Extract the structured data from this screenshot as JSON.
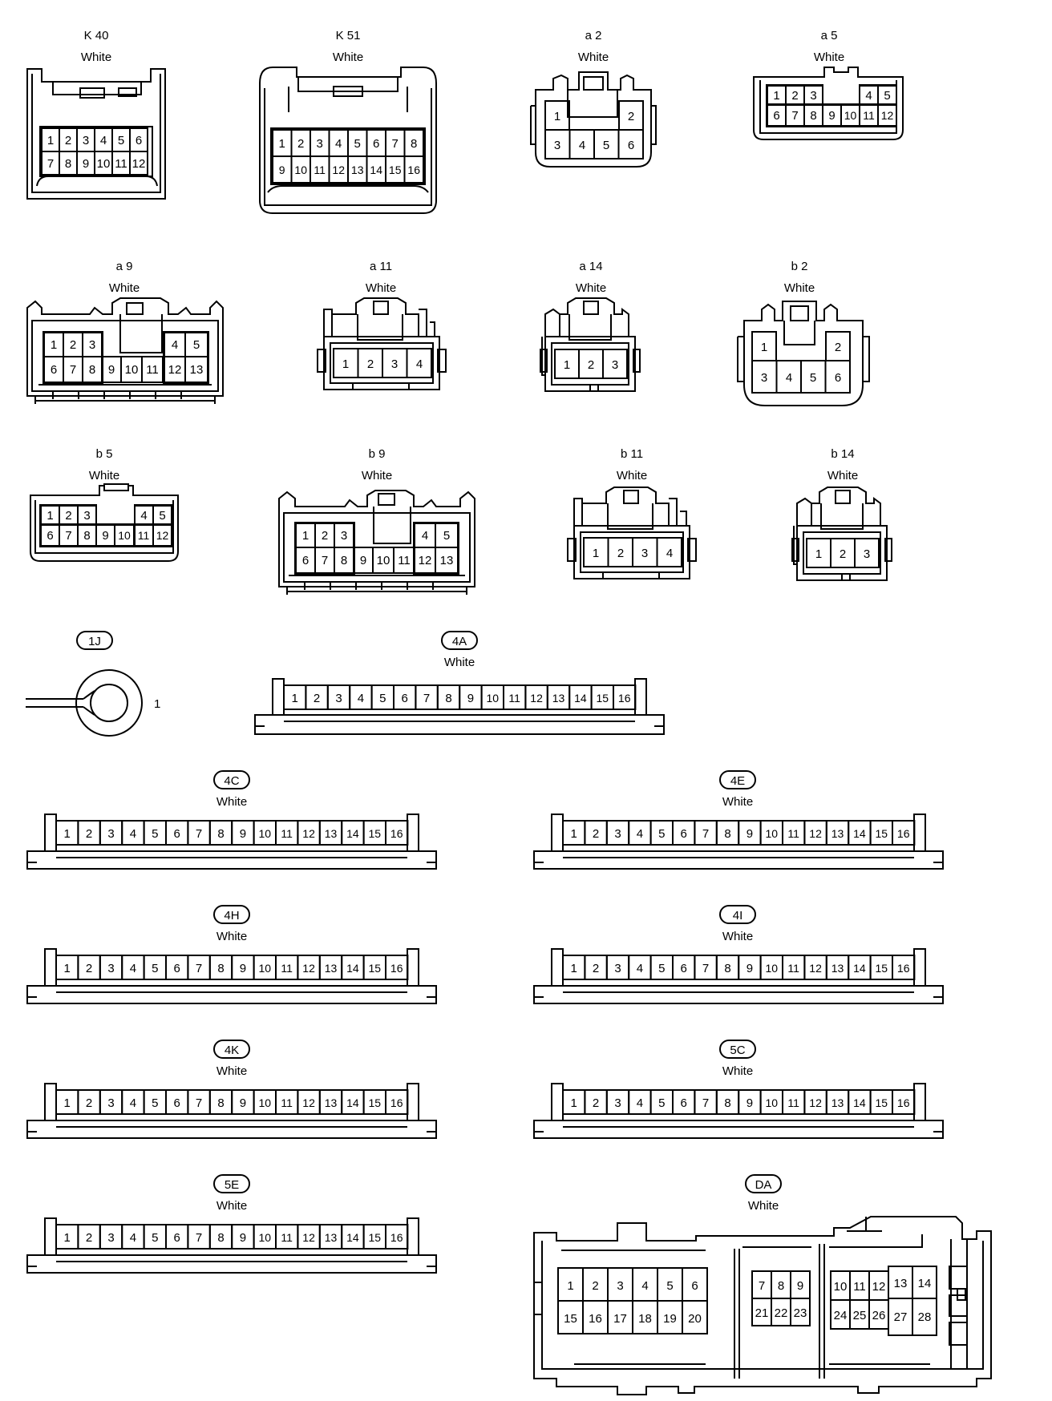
{
  "connectors": [
    {
      "id": "K40",
      "code": "K 40",
      "color": "White",
      "pins": [
        "1",
        "2",
        "3",
        "4",
        "5",
        "6",
        "7",
        "8",
        "9",
        "10",
        "11",
        "12"
      ]
    },
    {
      "id": "K51",
      "code": "K 51",
      "color": "White",
      "pins": [
        "1",
        "2",
        "3",
        "4",
        "5",
        "6",
        "7",
        "8",
        "9",
        "10",
        "11",
        "12",
        "13",
        "14",
        "15",
        "16"
      ]
    },
    {
      "id": "a2",
      "code": "a 2",
      "color": "White",
      "pins": [
        "1",
        "2",
        "3",
        "4",
        "5",
        "6"
      ]
    },
    {
      "id": "a5",
      "code": "a 5",
      "color": "White",
      "pins": [
        "1",
        "2",
        "3",
        "4",
        "5",
        "6",
        "7",
        "8",
        "9",
        "10",
        "11",
        "12"
      ]
    },
    {
      "id": "a9",
      "code": "a 9",
      "color": "White",
      "pins": [
        "1",
        "2",
        "3",
        "4",
        "5",
        "6",
        "7",
        "8",
        "9",
        "10",
        "11",
        "12",
        "13"
      ]
    },
    {
      "id": "a11",
      "code": "a 11",
      "color": "White",
      "pins": [
        "1",
        "2",
        "3",
        "4"
      ]
    },
    {
      "id": "a14",
      "code": "a 14",
      "color": "White",
      "pins": [
        "1",
        "2",
        "3"
      ]
    },
    {
      "id": "b2",
      "code": "b 2",
      "color": "White",
      "pins": [
        "1",
        "2",
        "3",
        "4",
        "5",
        "6"
      ]
    },
    {
      "id": "b5",
      "code": "b 5",
      "color": "White",
      "pins": [
        "1",
        "2",
        "3",
        "4",
        "5",
        "6",
        "7",
        "8",
        "9",
        "10",
        "11",
        "12"
      ]
    },
    {
      "id": "b9",
      "code": "b 9",
      "color": "White",
      "pins": [
        "1",
        "2",
        "3",
        "4",
        "5",
        "6",
        "7",
        "8",
        "9",
        "10",
        "11",
        "12",
        "13"
      ]
    },
    {
      "id": "b11",
      "code": "b 11",
      "color": "White",
      "pins": [
        "1",
        "2",
        "3",
        "4"
      ]
    },
    {
      "id": "b14",
      "code": "b 14",
      "color": "White",
      "pins": [
        "1",
        "2",
        "3"
      ]
    },
    {
      "id": "1J",
      "code": "1J",
      "pins": [
        "1"
      ]
    },
    {
      "id": "4A",
      "code": "4A",
      "color": "White",
      "pins": [
        "1",
        "2",
        "3",
        "4",
        "5",
        "6",
        "7",
        "8",
        "9",
        "10",
        "11",
        "12",
        "13",
        "14",
        "15",
        "16"
      ]
    },
    {
      "id": "4C",
      "code": "4C",
      "color": "White",
      "pins": [
        "1",
        "2",
        "3",
        "4",
        "5",
        "6",
        "7",
        "8",
        "9",
        "10",
        "11",
        "12",
        "13",
        "14",
        "15",
        "16"
      ]
    },
    {
      "id": "4E",
      "code": "4E",
      "color": "White",
      "pins": [
        "1",
        "2",
        "3",
        "4",
        "5",
        "6",
        "7",
        "8",
        "9",
        "10",
        "11",
        "12",
        "13",
        "14",
        "15",
        "16"
      ]
    },
    {
      "id": "4H",
      "code": "4H",
      "color": "White",
      "pins": [
        "1",
        "2",
        "3",
        "4",
        "5",
        "6",
        "7",
        "8",
        "9",
        "10",
        "11",
        "12",
        "13",
        "14",
        "15",
        "16"
      ]
    },
    {
      "id": "4I",
      "code": "4I",
      "color": "White",
      "pins": [
        "1",
        "2",
        "3",
        "4",
        "5",
        "6",
        "7",
        "8",
        "9",
        "10",
        "11",
        "12",
        "13",
        "14",
        "15",
        "16"
      ]
    },
    {
      "id": "4K",
      "code": "4K",
      "color": "White",
      "pins": [
        "1",
        "2",
        "3",
        "4",
        "5",
        "6",
        "7",
        "8",
        "9",
        "10",
        "11",
        "12",
        "13",
        "14",
        "15",
        "16"
      ]
    },
    {
      "id": "5C",
      "code": "5C",
      "color": "White",
      "pins": [
        "1",
        "2",
        "3",
        "4",
        "5",
        "6",
        "7",
        "8",
        "9",
        "10",
        "11",
        "12",
        "13",
        "14",
        "15",
        "16"
      ]
    },
    {
      "id": "5E",
      "code": "5E",
      "color": "White",
      "pins": [
        "1",
        "2",
        "3",
        "4",
        "5",
        "6",
        "7",
        "8",
        "9",
        "10",
        "11",
        "12",
        "13",
        "14",
        "15",
        "16"
      ]
    },
    {
      "id": "DA",
      "code": "DA",
      "color": "White",
      "pins": [
        "1",
        "2",
        "3",
        "4",
        "5",
        "6",
        "7",
        "8",
        "9",
        "10",
        "11",
        "12",
        "13",
        "14",
        "15",
        "16",
        "17",
        "18",
        "19",
        "20",
        "21",
        "22",
        "23",
        "24",
        "25",
        "26",
        "27",
        "28"
      ]
    }
  ]
}
